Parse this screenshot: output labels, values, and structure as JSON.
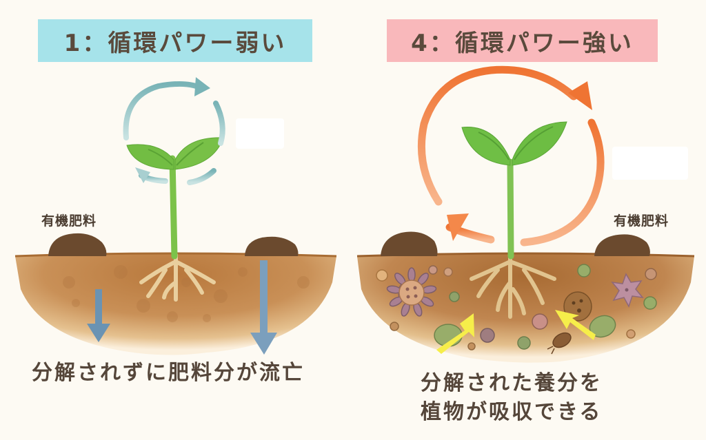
{
  "left_panel": {
    "title": "1：循環パワー弱い",
    "title_bg": "#a6e3ea",
    "fertilizer_label": "有機肥料",
    "caption": "分解されずに肥料分が流亡",
    "cycle_arrow_color": "#7fb9bd",
    "leach_arrow_color": "#5f8fb0",
    "icons": [
      "weak-cycle-arrows-icon",
      "seedling-icon",
      "compost-pile-icon",
      "downward-leach-arrow-icon"
    ]
  },
  "right_panel": {
    "title": "4：循環パワー強い",
    "title_bg": "#f9b8bb",
    "fertilizer_label": "有機肥料",
    "caption_lines": [
      "分解された養分を",
      "植物が吸収できる"
    ],
    "cycle_arrow_color": "#f07a3e",
    "uptake_arrow_color": "#f6ee4a",
    "icons": [
      "strong-cycle-arrows-icon",
      "seedling-icon",
      "compost-pile-icon",
      "microbe-icon",
      "uptake-arrow-icon"
    ]
  },
  "colors": {
    "background": "#fdfaf3",
    "soil": "#c48a4e",
    "soil_dark": "#a56d37",
    "compost": "#6b4a2e",
    "leaf": "#6fbf45",
    "root": "#e8cc98",
    "text": "#55463a"
  }
}
